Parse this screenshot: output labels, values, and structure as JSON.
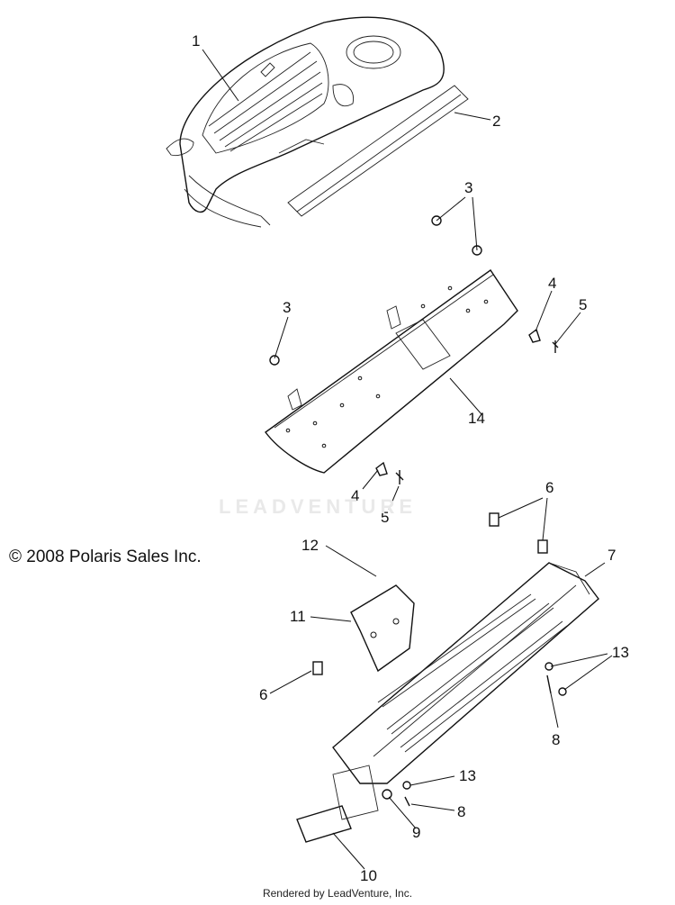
{
  "copyright": "© 2008 Polaris Sales Inc.",
  "watermark": "LEADVENTURE",
  "footer": "Rendered by LeadVenture, Inc.",
  "callouts": {
    "c1": "1",
    "c2": "2",
    "c3a": "3",
    "c3b": "3",
    "c4a": "4",
    "c4b": "4",
    "c5a": "5",
    "c5b": "5",
    "c6a": "6",
    "c6b": "6",
    "c7": "7",
    "c8a": "8",
    "c8b": "8",
    "c9": "9",
    "c10": "10",
    "c11": "11",
    "c12": "12",
    "c13a": "13",
    "c13b": "13",
    "c14": "14"
  }
}
